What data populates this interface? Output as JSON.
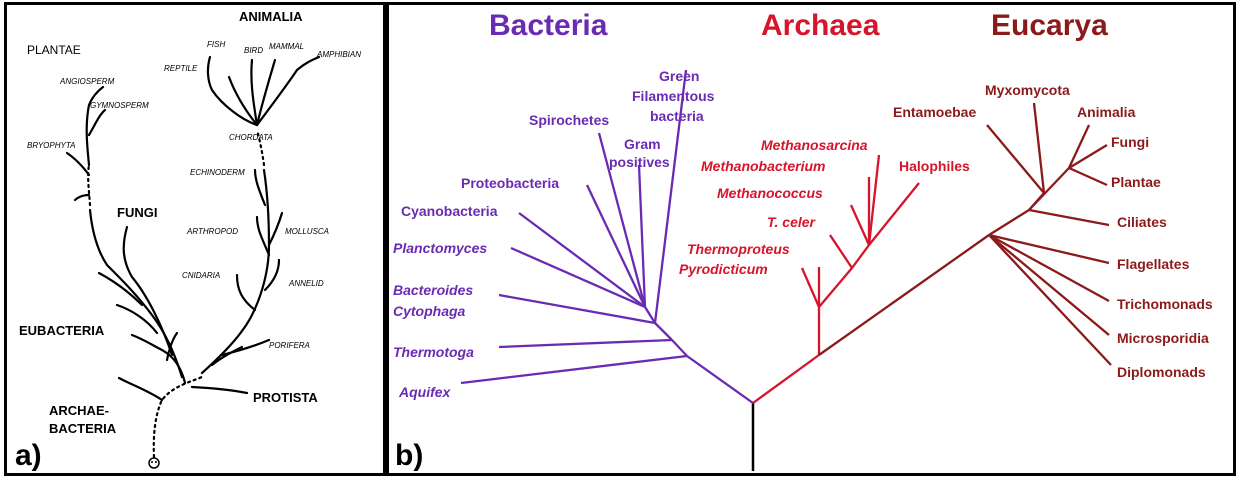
{
  "panel_a": {
    "letter": "a)",
    "labels": {
      "animalia": "ANIMALIA",
      "plantae": "PLANTAE",
      "fish": "FISH",
      "bird": "BIRD",
      "mammal": "MAMMAL",
      "amphibian": "AMPHIBIAN",
      "reptile": "REPTILE",
      "angiosperm": "ANGIOSPERM",
      "gymnosperm": "GYMNOSPERM",
      "bryophyta": "BRYOPHYTA",
      "chordata": "CHORDATA",
      "echinoderm": "ECHINODERM",
      "fungi": "FUNGI",
      "arthropod": "ARTHROPOD",
      "mollusca": "MOLLUSCA",
      "cnidaria": "CNIDARIA",
      "annelid": "ANNELID",
      "eubacteria": "EUBACTERIA",
      "porifera": "PORIFERA",
      "protista": "PROTISTA",
      "archae_1": "ARCHAE-",
      "archae_2": "BACTERIA"
    }
  },
  "panel_b": {
    "letter": "b)",
    "headings": {
      "bacteria": "Bacteria",
      "archaea": "Archaea",
      "eucarya": "Eucarya"
    },
    "colors": {
      "bacteria": "#6a2bb3",
      "archaea": "#d6142b",
      "eucarya": "#8b1a1a",
      "root": "#000000"
    },
    "bacteria_labels": {
      "green_1": "Green",
      "green_2": "Filamentous",
      "green_3": "bacteria",
      "spirochetes": "Spirochetes",
      "gram_1": "Gram",
      "gram_2": "positives",
      "proteobacteria": "Proteobacteria",
      "cyanobacteria": "Cyanobacteria",
      "planctomyces": "Planctomyces",
      "bacteroides_1": "Bacteroides",
      "bacteroides_2": "Cytophaga",
      "thermotoga": "Thermotoga",
      "aquifex": "Aquifex"
    },
    "archaea_labels": {
      "methanosarcina": "Methanosarcina",
      "methanobacterium": "Methanobacterium",
      "halophiles": "Halophiles",
      "methanococcus": "Methanococcus",
      "t_celer": "T. celer",
      "thermoproteus": "Thermoproteus",
      "pyrodicticum": "Pyrodicticum"
    },
    "eucarya_labels": {
      "myxomycota": "Myxomycota",
      "entamoebae": "Entamoebae",
      "animalia": "Animalia",
      "fungi": "Fungi",
      "plantae": "Plantae",
      "ciliates": "Ciliates",
      "flagellates": "Flagellates",
      "trichomonads": "Trichomonads",
      "microsporidia": "Microsporidia",
      "diplomonads": "Diplomonads"
    }
  }
}
